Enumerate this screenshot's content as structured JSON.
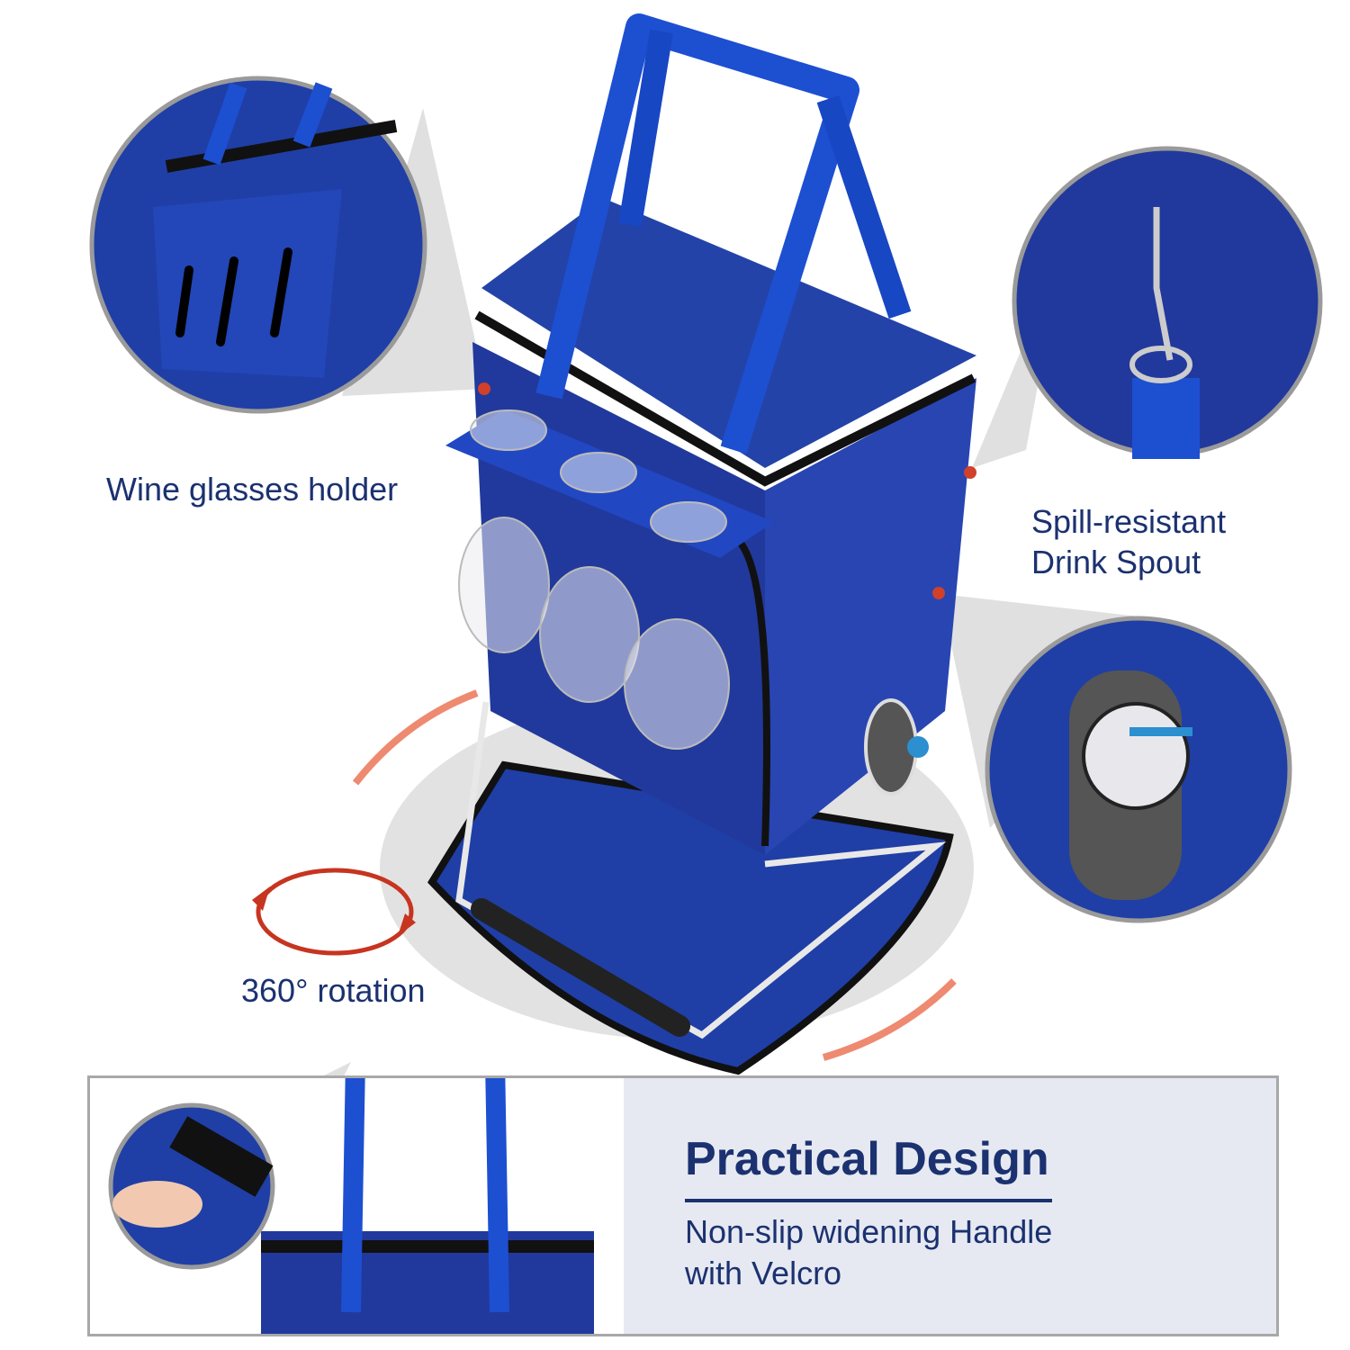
{
  "callouts": {
    "wine_glasses": "Wine glasses holder",
    "spout_line1": "Spill-resistant",
    "spout_line2": "Drink Spout",
    "rotation": "360° rotation"
  },
  "panel": {
    "title": "Practical Design",
    "subtitle_line1": "Non-slip widening Handle",
    "subtitle_line2": "with Velcro"
  },
  "colors": {
    "bag_blue": "#1f3fa6",
    "strap_blue": "#1d4fd1",
    "text_navy": "#1b3170",
    "accent_red": "#d0402a",
    "panel_bg": "#e6e9f1"
  }
}
